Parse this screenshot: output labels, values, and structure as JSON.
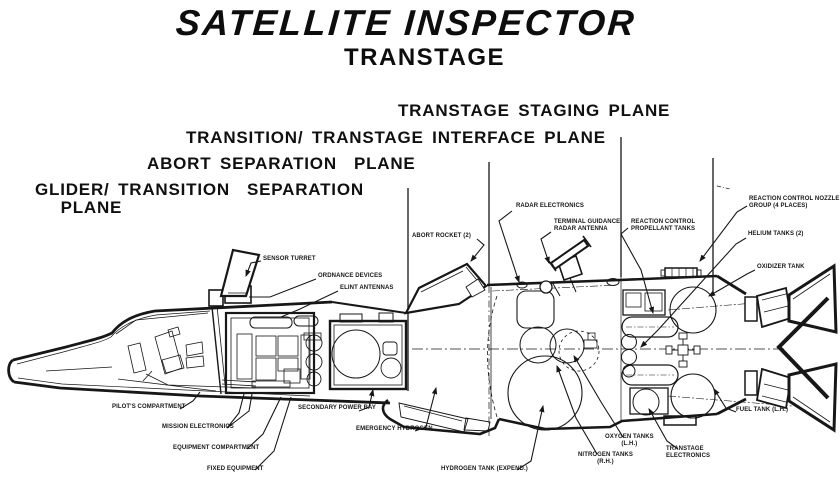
{
  "title": {
    "main": "SATELLITE INSPECTOR",
    "subtitle": "TRANSTAGE"
  },
  "plane_labels": {
    "staging": "TRANSTAGE STAGING PLANE",
    "interface": "TRANSITION/ TRANSTAGE INTERFACE PLANE",
    "abort": "ABORT SEPARATION  PLANE",
    "glider": "GLIDER/ TRANSITION  SEPARATION\n   PLANE"
  },
  "component_labels": {
    "sensor_turret": "SENSOR TURRET",
    "ordnance_devices": "ORDNANCE DEVICES",
    "elint_antennas": "ELINT ANTENNAS",
    "abort_rocket": "ABORT ROCKET (2)",
    "radar_electronics": "RADAR ELECTRONICS",
    "terminal_guidance": "TERMINAL GUIDANCE\nRADAR ANTENNA",
    "rc_propellant_tanks": "REACTION CONTROL\nPROPELLANT TANKS",
    "rc_nozzle_group": "REACTION CONTROL NOZZLE\nGROUP (4 PLACES)",
    "helium_tanks": "HELIUM TANKS (2)",
    "oxidizer_tank": "OXIDIZER TANK",
    "pilots_compartment": "PILOT'S COMPARTMENT",
    "mission_electronics": "MISSION ELECTRONICS",
    "equipment_compartment": "EQUIPMENT COMPARTMENT",
    "fixed_equipment": "FIXED EQUIPMENT",
    "secondary_power_bay": "SECONDARY POWER BAY",
    "emergency_hydrogen": "EMERGENCY HYDROGEN",
    "hydrogen_tank": "HYDROGEN TANK (EXPEND.)",
    "nitrogen_tanks": "NITROGEN TANKS\n(R.H.)",
    "oxygen_tanks": "OXYGEN TANKS\n(L.H.)",
    "transtage_electronics": "TRANSTAGE\nELECTRONICS",
    "fuel_tank": "FUEL TANK (L.H.)"
  },
  "colors": {
    "ink": "#171717",
    "paper": "#ffffff"
  }
}
